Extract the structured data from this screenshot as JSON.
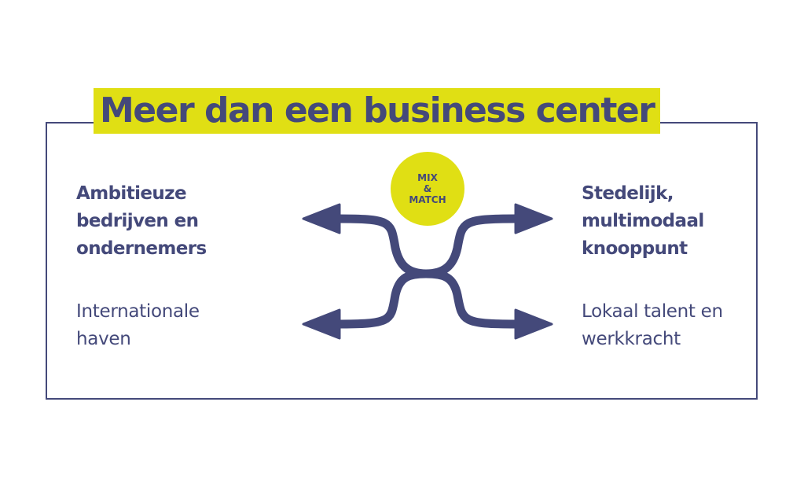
{
  "title": "Meer dan een business center",
  "badge": {
    "line1": "MIX",
    "line2": "&",
    "line3": "MATCH"
  },
  "left_top": "Ambitieuze\nbedrijven en\nondernemers",
  "left_bottom": "Internationale\nhaven",
  "right_top": "Stedelijk,\nmultimodaal\nknooppunt",
  "right_bottom": "Lokaal talent en\nwerkkracht",
  "colors": {
    "navy": "#44497a",
    "yellow": "#e0df14"
  }
}
